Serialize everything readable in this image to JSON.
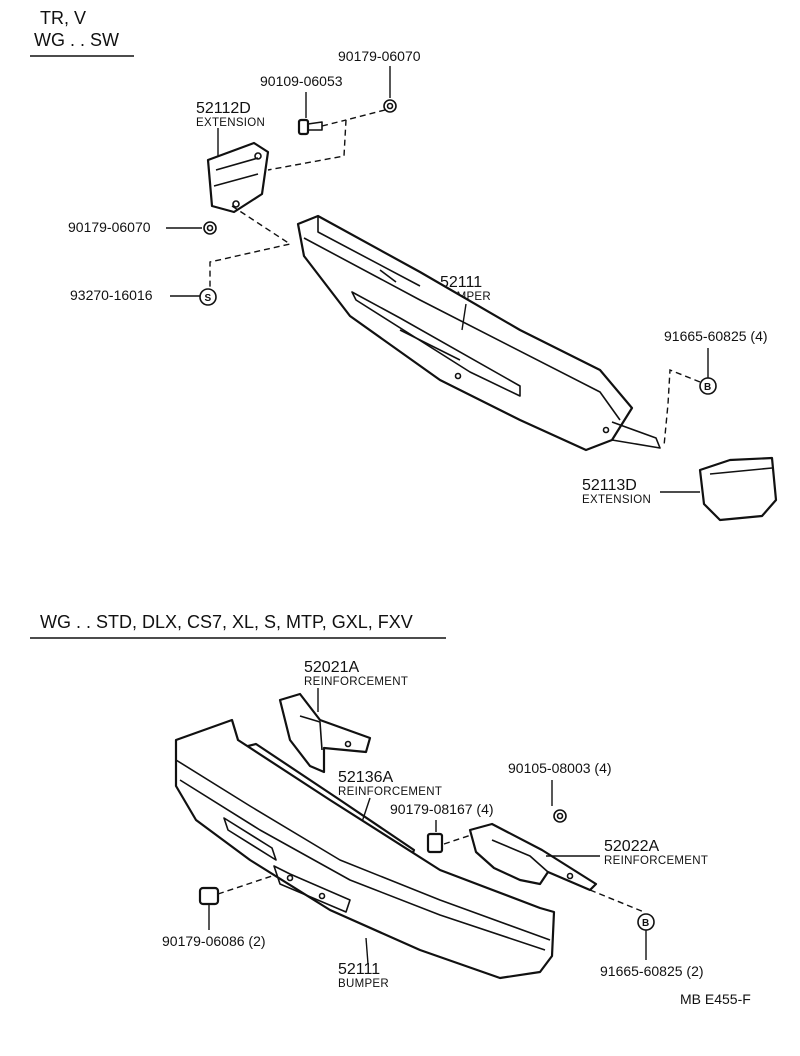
{
  "section1": {
    "header_line1": "TR, V",
    "header_line2": "WG . . SW",
    "parts": {
      "nut_top": "90179-06070",
      "bolt": "90109-06053",
      "ext_left_num": "52112D",
      "ext_left_name": "EXTENSION",
      "nut_left": "90179-06070",
      "clip": "93270-16016",
      "clip_symbol": "S",
      "bumper_num": "52111",
      "bumper_name": "BUMPER",
      "rivet": "91665-60825 (4)",
      "rivet_symbol": "B",
      "ext_right_num": "52113D",
      "ext_right_name": "EXTENSION"
    }
  },
  "section2": {
    "header": "WG . . STD, DLX, CS7, XL, S, MTP, GXL, FXV",
    "parts": {
      "reinf_a_num": "52021A",
      "reinf_a_name": "REINFORCEMENT",
      "reinf_b_num": "52136A",
      "reinf_b_name": "REINFORCEMENT",
      "bolt": "90105-08003 (4)",
      "nut": "90179-08167 (4)",
      "reinf_c_num": "52022A",
      "reinf_c_name": "REINFORCEMENT",
      "nut_lower": "90179-06086 (2)",
      "bumper_num": "52111",
      "bumper_name": "BUMPER",
      "rivet": "91665-60825 (2)",
      "rivet_symbol": "B"
    }
  },
  "footer_code": "MB  E455-F"
}
